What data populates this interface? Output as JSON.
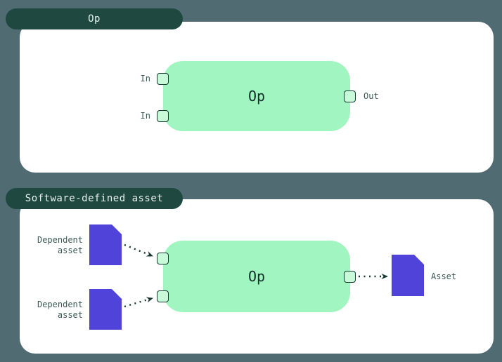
{
  "colors": {
    "background": "#506b72",
    "badge_bg": "#1f4940",
    "badge_text": "#e8f1ee",
    "panel_bg": "#ffffff",
    "op_node_bg": "#a1f5c0",
    "op_node_text": "#10302a",
    "port_fill": "#c8fad9",
    "port_border": "#17362f",
    "label_text": "#3c5a55",
    "asset_fill": "#4f43da",
    "arrow": "#17362f"
  },
  "sections": [
    {
      "title": "Op",
      "op_label": "Op",
      "inputs": [
        "In",
        "In"
      ],
      "output_label": "Out"
    },
    {
      "title": "Software-defined asset",
      "op_label": "Op",
      "dependent_assets": [
        "Dependent\nasset",
        "Dependent\nasset"
      ],
      "output_asset_label": "Asset"
    }
  ]
}
